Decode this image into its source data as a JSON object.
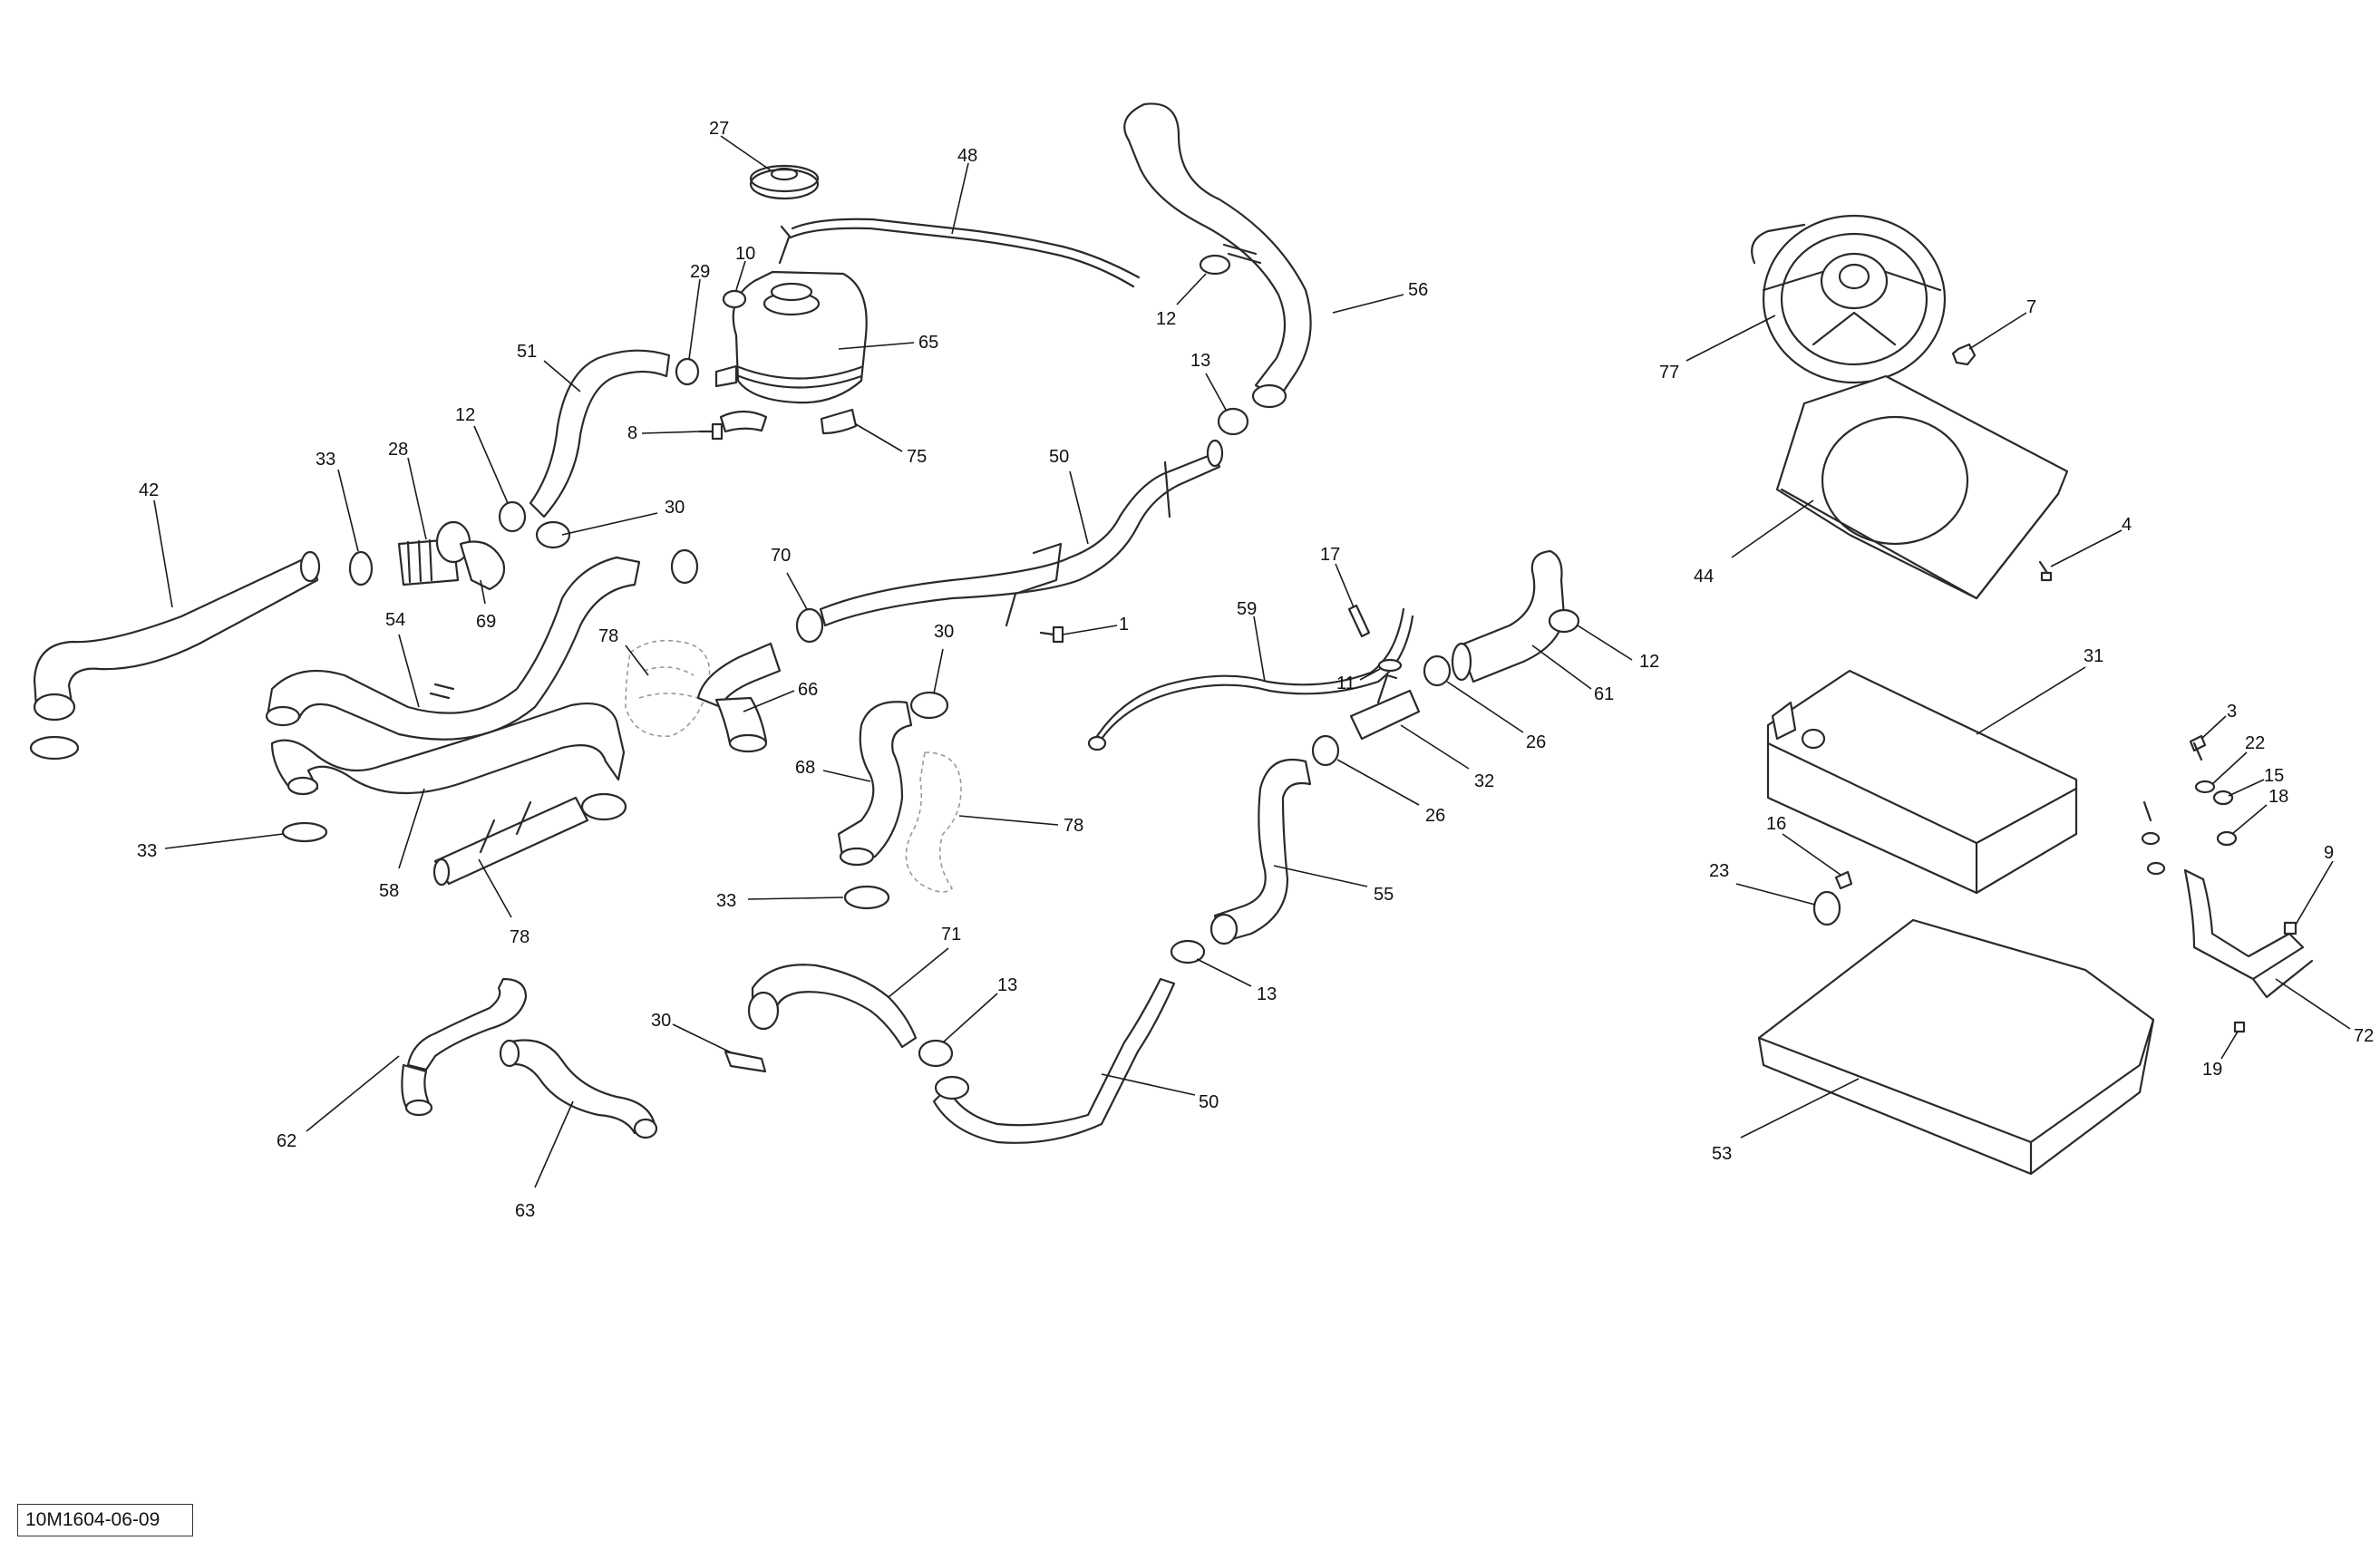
{
  "drawing_ref": "10M1604-06-09",
  "callouts": [
    "27",
    "48",
    "10",
    "29",
    "65",
    "51",
    "8",
    "75",
    "12",
    "56",
    "13",
    "12",
    "33",
    "28",
    "42",
    "30",
    "69",
    "50",
    "70",
    "78",
    "54",
    "30",
    "1",
    "17",
    "66",
    "59",
    "12",
    "11",
    "61",
    "26",
    "32",
    "68",
    "78",
    "26",
    "58",
    "33",
    "78",
    "33",
    "55",
    "71",
    "30",
    "13",
    "13",
    "62",
    "63",
    "50",
    "77",
    "7",
    "44",
    "4",
    "31",
    "3",
    "22",
    "15",
    "16",
    "18",
    "23",
    "9",
    "72",
    "19",
    "53"
  ]
}
